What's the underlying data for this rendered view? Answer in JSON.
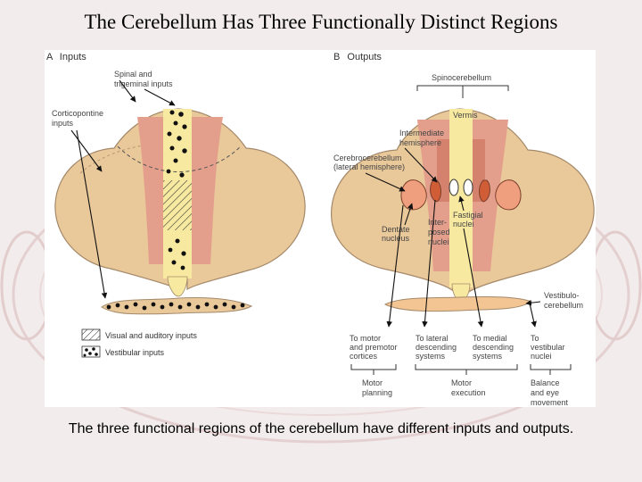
{
  "title": "The Cerebellum Has Three Functionally Distinct Regions",
  "caption": "The three functional regions of the cerebellum have different inputs and outputs.",
  "colors": {
    "background": "#f3ecec",
    "cerebellum": "#e9c89a",
    "cerebellum_edge": "#a4896a",
    "pink_region": "#e49f8c",
    "vermis": "#f7eaa0",
    "dentate": "#ef9f7d",
    "interposed": "#d05d36",
    "vestibulo": "#f3c593"
  },
  "panel_a": {
    "letter": "A",
    "title": "Inputs",
    "labels": {
      "spinal1": "Spinal and",
      "spinal2": "trigeminal inputs",
      "cortico1": "Corticopontine",
      "cortico2": "inputs"
    },
    "legend": {
      "visual": "Visual and auditory inputs",
      "vestibular": "Vestibular inputs"
    }
  },
  "panel_b": {
    "letter": "B",
    "title": "Outputs",
    "labels": {
      "spino": "Spinocerebellum",
      "vermis": "Vermis",
      "inter1": "Intermediate",
      "inter2": "hemisphere",
      "cerebro1": "Cerebrocerebellum",
      "cerebro2": "(lateral hemisphere)",
      "fastigial1": "Fastigial",
      "fastigial2": "nuclei",
      "dentate1": "Dentate",
      "dentate2": "nucleus",
      "interposed1": "Inter-",
      "interposed2": "posed",
      "interposed3": "nuclei",
      "vestibulo1": "Vestibulo-",
      "vestibulo2": "cerebellum"
    },
    "targets": [
      [
        "To motor",
        "and premotor",
        "cortices"
      ],
      [
        "To lateral",
        "descending",
        "systems"
      ],
      [
        "To medial",
        "descending",
        "systems"
      ],
      [
        "To",
        "vestibular",
        "nuclei"
      ]
    ],
    "functions": [
      [
        "Motor",
        "planning"
      ],
      [
        "Motor",
        "execution"
      ],
      [
        "Balance",
        "and eye",
        "movement"
      ]
    ]
  }
}
